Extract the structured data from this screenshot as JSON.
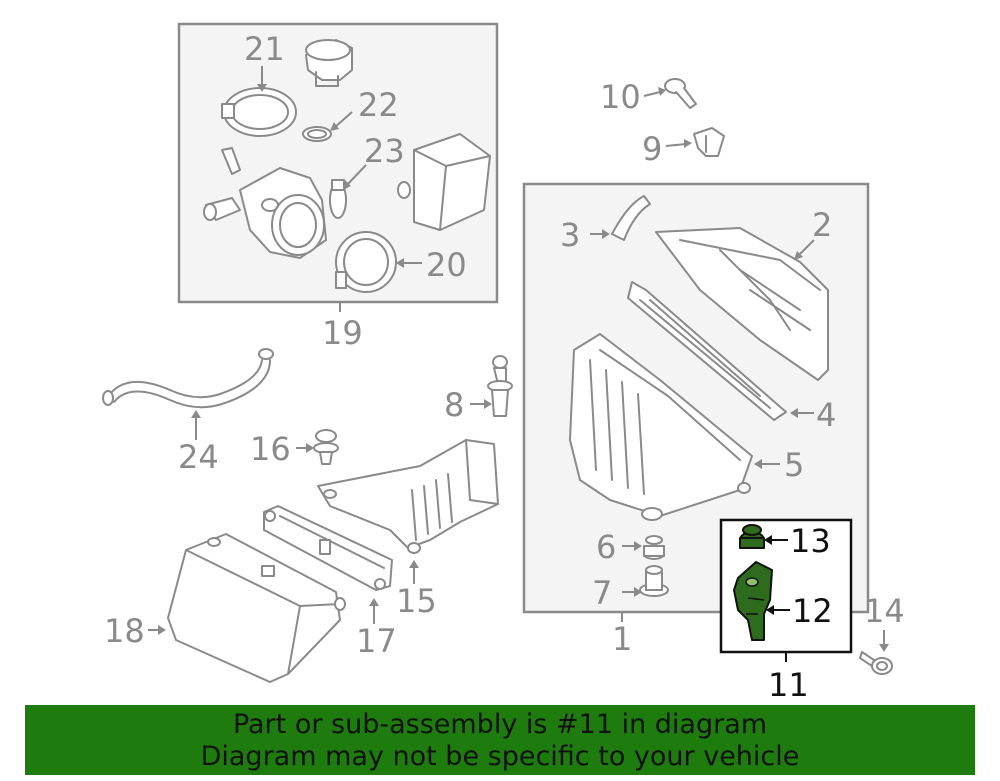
{
  "callouts": {
    "c1": "1",
    "c2": "2",
    "c3": "3",
    "c4": "4",
    "c5": "5",
    "c6": "6",
    "c7": "7",
    "c8": "8",
    "c9": "9",
    "c10": "10",
    "c11": "11",
    "c12": "12",
    "c13": "13",
    "c14": "14",
    "c15": "15",
    "c16": "16",
    "c17": "17",
    "c18": "18",
    "c19": "19",
    "c20": "20",
    "c21": "21",
    "c22": "22",
    "c23": "23",
    "c24": "24"
  },
  "banner": {
    "line1": "Part or sub-assembly is #11 in diagram",
    "line2": "Diagram may not be specific to your vehicle"
  },
  "colors": {
    "banner_bg": "#1e7b0e",
    "highlight_part": "#2f6b1c",
    "line_gray": "#8a8a8a"
  }
}
